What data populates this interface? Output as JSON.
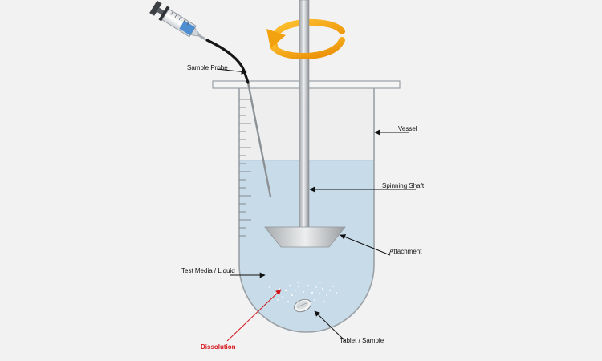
{
  "labels": {
    "sample_probe": "Sample Probe",
    "vessel": "Vessel",
    "spinning_shaft": "Spinning Shaft",
    "attachment": "Attachment",
    "test_media": "Test Media / Liquid",
    "dissolution": "Dissolution",
    "tablet": "Tablet / Sample"
  },
  "colors": {
    "background": "#f2f2f2",
    "vessel_glass": "#eeeeee",
    "liquid": "#c8dbe9",
    "shaft": "#c4c6c8",
    "rotation_arrow": "#f2a20f",
    "dissolution_label": "#d4161c",
    "syringe_barrel": "#4d8fd0"
  },
  "icons": {
    "rotation": "rotation-arrow-icon",
    "syringe": "syringe-icon",
    "tablet": "tablet-icon"
  }
}
